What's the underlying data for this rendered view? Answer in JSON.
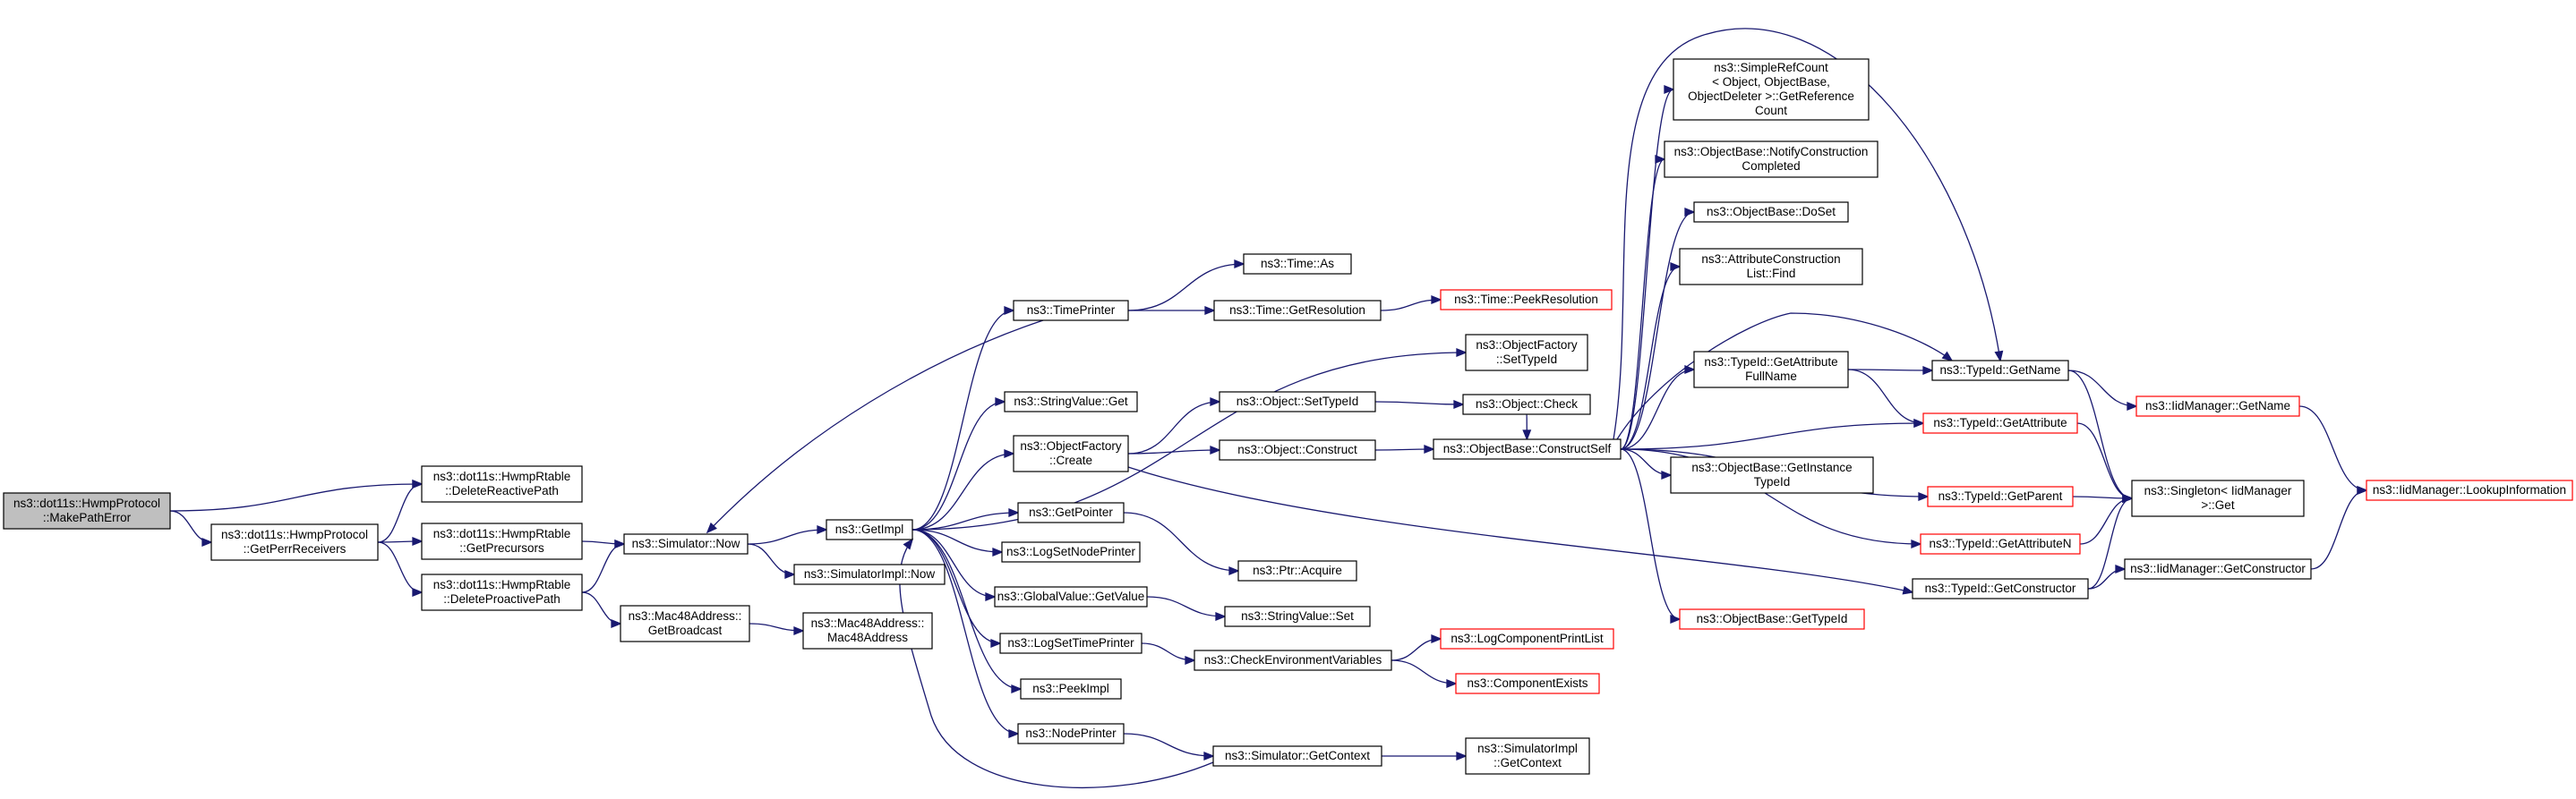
{
  "nodes": {
    "n0": {
      "lines": [
        "ns3::dot11s::HwmpProtocol",
        "::MakePathError"
      ]
    },
    "n1": {
      "lines": [
        "ns3::dot11s::HwmpRtable",
        "::DeleteReactivePath"
      ]
    },
    "n2": {
      "lines": [
        "ns3::dot11s::HwmpProtocol",
        "::GetPerrReceivers"
      ]
    },
    "n3": {
      "lines": [
        "ns3::dot11s::HwmpRtable",
        "::GetPrecursors"
      ]
    },
    "n4": {
      "lines": [
        "ns3::dot11s::HwmpRtable",
        "::DeleteProactivePath"
      ]
    },
    "n5": {
      "lines": [
        "ns3::Simulator::Now"
      ]
    },
    "n6": {
      "lines": [
        "ns3::Mac48Address::",
        "GetBroadcast"
      ]
    },
    "n7": {
      "lines": [
        "ns3::Mac48Address::",
        "Mac48Address"
      ]
    },
    "n8": {
      "lines": [
        "ns3::GetImpl"
      ]
    },
    "n9": {
      "lines": [
        "ns3::SimulatorImpl::Now"
      ]
    },
    "n10": {
      "lines": [
        "ns3::TimePrinter"
      ]
    },
    "n11": {
      "lines": [
        "ns3::StringValue::Get"
      ]
    },
    "n12": {
      "lines": [
        "ns3::ObjectFactory",
        "::Create"
      ]
    },
    "n13": {
      "lines": [
        "ns3::GetPointer"
      ]
    },
    "n14": {
      "lines": [
        "ns3::LogSetNodePrinter"
      ]
    },
    "n15": {
      "lines": [
        "ns3::GlobalValue::GetValue"
      ]
    },
    "n16": {
      "lines": [
        "ns3::LogSetTimePrinter"
      ]
    },
    "n17": {
      "lines": [
        "ns3::PeekImpl"
      ]
    },
    "n18": {
      "lines": [
        "ns3::NodePrinter"
      ]
    },
    "n19": {
      "lines": [
        "ns3::Time::As"
      ]
    },
    "n20": {
      "lines": [
        "ns3::Time::GetResolution"
      ]
    },
    "n21": {
      "lines": [
        "ns3::Object::SetTypeId"
      ]
    },
    "n22": {
      "lines": [
        "ns3::Object::Construct"
      ]
    },
    "n23": {
      "lines": [
        "ns3::Ptr::Acquire"
      ]
    },
    "n24": {
      "lines": [
        "ns3::StringValue::Set"
      ]
    },
    "n25": {
      "lines": [
        "ns3::CheckEnvironmentVariables"
      ]
    },
    "n26": {
      "lines": [
        "ns3::Simulator::GetContext"
      ]
    },
    "n27": {
      "lines": [
        "ns3::Time::PeekResolution"
      ]
    },
    "n28": {
      "lines": [
        "ns3::ObjectFactory",
        "::SetTypeId"
      ]
    },
    "n29": {
      "lines": [
        "ns3::Object::Check"
      ]
    },
    "n30": {
      "lines": [
        "ns3::ObjectBase::ConstructSelf"
      ]
    },
    "n31": {
      "lines": [
        "ns3::LogComponentPrintList"
      ]
    },
    "n32": {
      "lines": [
        "ns3::ComponentExists"
      ]
    },
    "n33": {
      "lines": [
        "ns3::SimulatorImpl",
        "::GetContext"
      ]
    },
    "n34": {
      "lines": [
        "ns3::SimpleRefCount",
        "< Object, ObjectBase,",
        "ObjectDeleter >::GetReference",
        "Count"
      ]
    },
    "n35": {
      "lines": [
        "ns3::ObjectBase::NotifyConstruction",
        "Completed"
      ]
    },
    "n36": {
      "lines": [
        "ns3::ObjectBase::DoSet"
      ]
    },
    "n37": {
      "lines": [
        "ns3::AttributeConstruction",
        "List::Find"
      ]
    },
    "n38": {
      "lines": [
        "ns3::TypeId::GetAttribute",
        "FullName"
      ]
    },
    "n39": {
      "lines": [
        "ns3::ObjectBase::GetInstance",
        "TypeId"
      ]
    },
    "n40": {
      "lines": [
        "ns3::ObjectBase::GetTypeId"
      ]
    },
    "n41": {
      "lines": [
        "ns3::TypeId::GetName"
      ]
    },
    "n42": {
      "lines": [
        "ns3::TypeId::GetAttribute"
      ]
    },
    "n43": {
      "lines": [
        "ns3::TypeId::GetParent"
      ]
    },
    "n44": {
      "lines": [
        "ns3::TypeId::GetAttributeN"
      ]
    },
    "n45": {
      "lines": [
        "ns3::TypeId::GetConstructor"
      ]
    },
    "n46": {
      "lines": [
        "ns3::IidManager::GetName"
      ]
    },
    "n47": {
      "lines": [
        "ns3::Singleton< IidManager",
        ">::Get"
      ]
    },
    "n48": {
      "lines": [
        "ns3::IidManager::GetConstructor"
      ]
    },
    "n49": {
      "lines": [
        "ns3::IidManager::LookupInformation"
      ]
    }
  },
  "colors": {
    "edge": "#191970",
    "truncated_border": "#ff0000",
    "root_fill": "#bfbfbf"
  }
}
